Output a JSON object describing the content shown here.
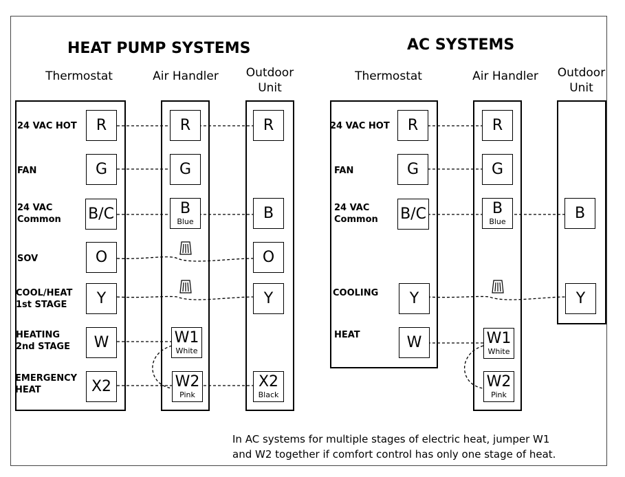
{
  "heat_pump": {
    "title": "HEAT PUMP SYSTEMS",
    "headers": {
      "thermostat": "Thermostat",
      "air_handler": "Air Handler",
      "outdoor_line1": "Outdoor",
      "outdoor_line2": "Unit"
    },
    "row_labels": {
      "r1": "24 VAC HOT",
      "r2": "FAN",
      "r3a": "24 VAC",
      "r3b": "Common",
      "r4": "SOV",
      "r5a": "COOL/HEAT",
      "r5b": "1st STAGE",
      "r6a": "HEATING",
      "r6b": "2nd STAGE",
      "r7a": "EMERGENCY",
      "r7b": "HEAT"
    },
    "thermostat_terminals": {
      "r": "R",
      "g": "G",
      "bc": "B/C",
      "o": "O",
      "y": "Y",
      "w": "W",
      "x2": "X2"
    },
    "air_handler_terminals": {
      "r": "R",
      "g": "G",
      "b": "B",
      "b_color": "Blue",
      "w1": "W1",
      "w1_color": "White",
      "w2": "W2",
      "w2_color": "Pink"
    },
    "outdoor_terminals": {
      "r": "R",
      "b": "B",
      "o": "O",
      "y": "Y",
      "x2": "X2",
      "x2_color": "Black"
    }
  },
  "ac": {
    "title": "AC SYSTEMS",
    "headers": {
      "thermostat": "Thermostat",
      "air_handler": "Air Handler",
      "outdoor_line1": "Outdoor",
      "outdoor_line2": "Unit"
    },
    "row_labels": {
      "r1": "24 VAC HOT",
      "r2": "FAN",
      "r3a": "24 VAC",
      "r3b": "Common",
      "r5": "COOLING",
      "r6": "HEAT"
    },
    "thermostat_terminals": {
      "r": "R",
      "g": "G",
      "bc": "B/C",
      "y": "Y",
      "w": "W"
    },
    "air_handler_terminals": {
      "r": "R",
      "g": "G",
      "b": "B",
      "b_color": "Blue",
      "w1": "W1",
      "w1_color": "White",
      "w2": "W2",
      "w2_color": "Pink"
    },
    "outdoor_terminals": {
      "b": "B",
      "y": "Y"
    }
  },
  "note": {
    "line1": "In AC systems for multiple stages of electric heat, jumper W1",
    "line2": "and W2 together if comfort control has only one stage of heat."
  },
  "connector_icon": "wire-nut-icon"
}
